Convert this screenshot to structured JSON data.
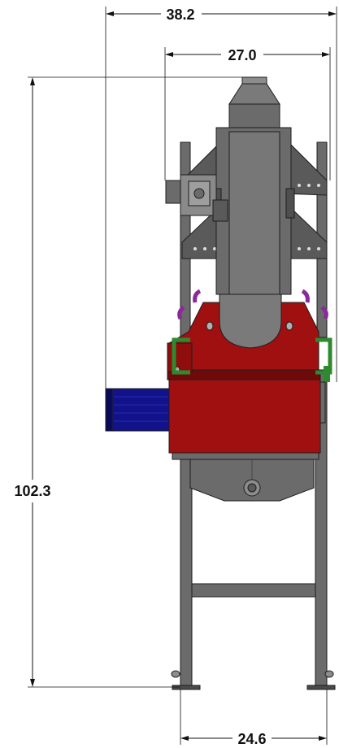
{
  "drawing": {
    "view": "front elevation",
    "units": "",
    "dimensions": {
      "overall_width": "38.2",
      "upper_frame_width": "27.0",
      "overall_height": "102.3",
      "base_width": "24.6"
    },
    "colors": {
      "background": "#ffffff",
      "steel": "#6b6b6b",
      "steel_dark": "#4a4a4a",
      "steel_light": "#8c8c8c",
      "housing_red": "#a01010",
      "housing_red_dark": "#6e0a0a",
      "motor_blue": "#12128a",
      "motor_blue_dark": "#0a0a5a",
      "handle_green": "#2f8a2f",
      "accent_purple": "#8a2a9a",
      "dimension_line": "#111111"
    }
  }
}
